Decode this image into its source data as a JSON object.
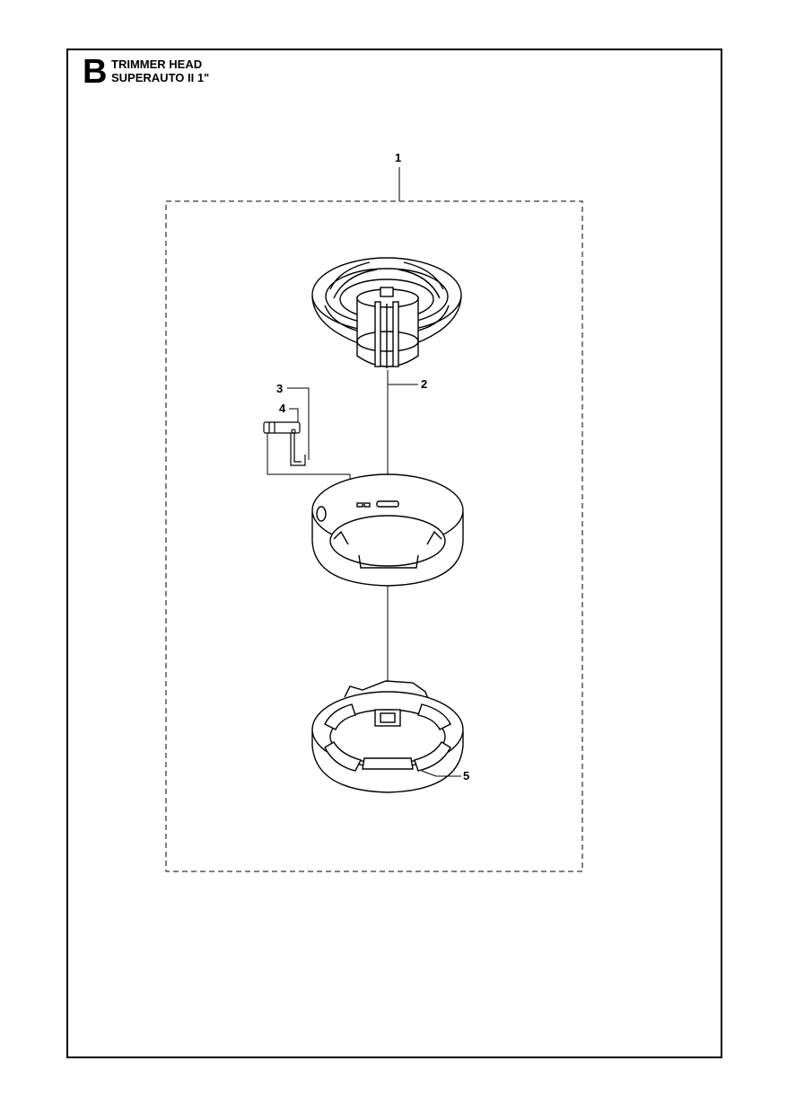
{
  "section": {
    "letter": "B",
    "title_line1": "TRIMMER HEAD",
    "title_line2": "SUPERAUTO II 1\""
  },
  "callouts": {
    "c1": "1",
    "c2": "2",
    "c3": "3",
    "c4": "4",
    "c5": "5"
  }
}
